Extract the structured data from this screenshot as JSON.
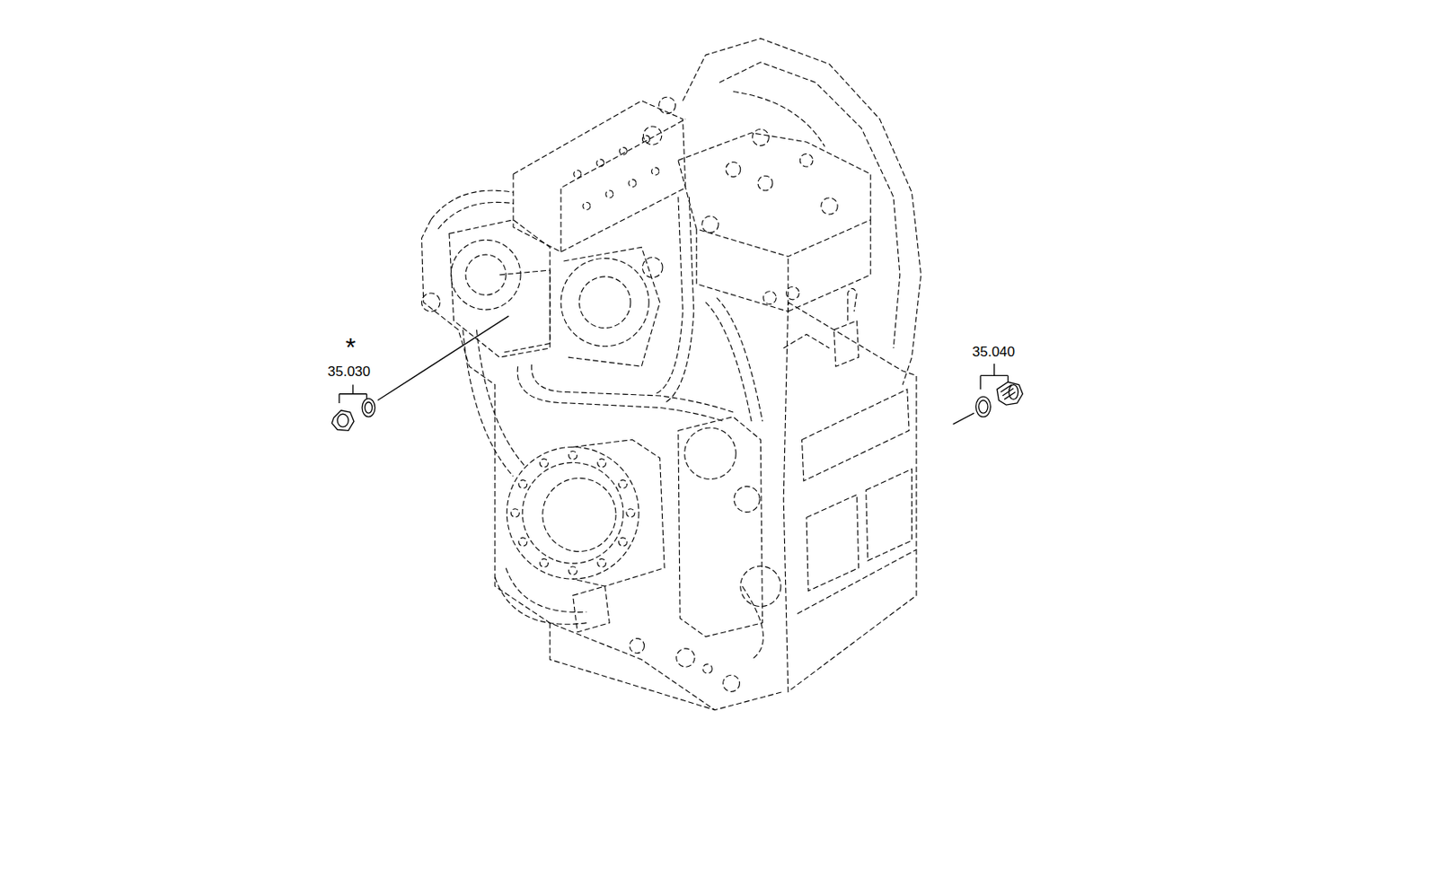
{
  "diagram": {
    "labels": [
      "*",
      "35.030",
      "35.040"
    ]
  }
}
